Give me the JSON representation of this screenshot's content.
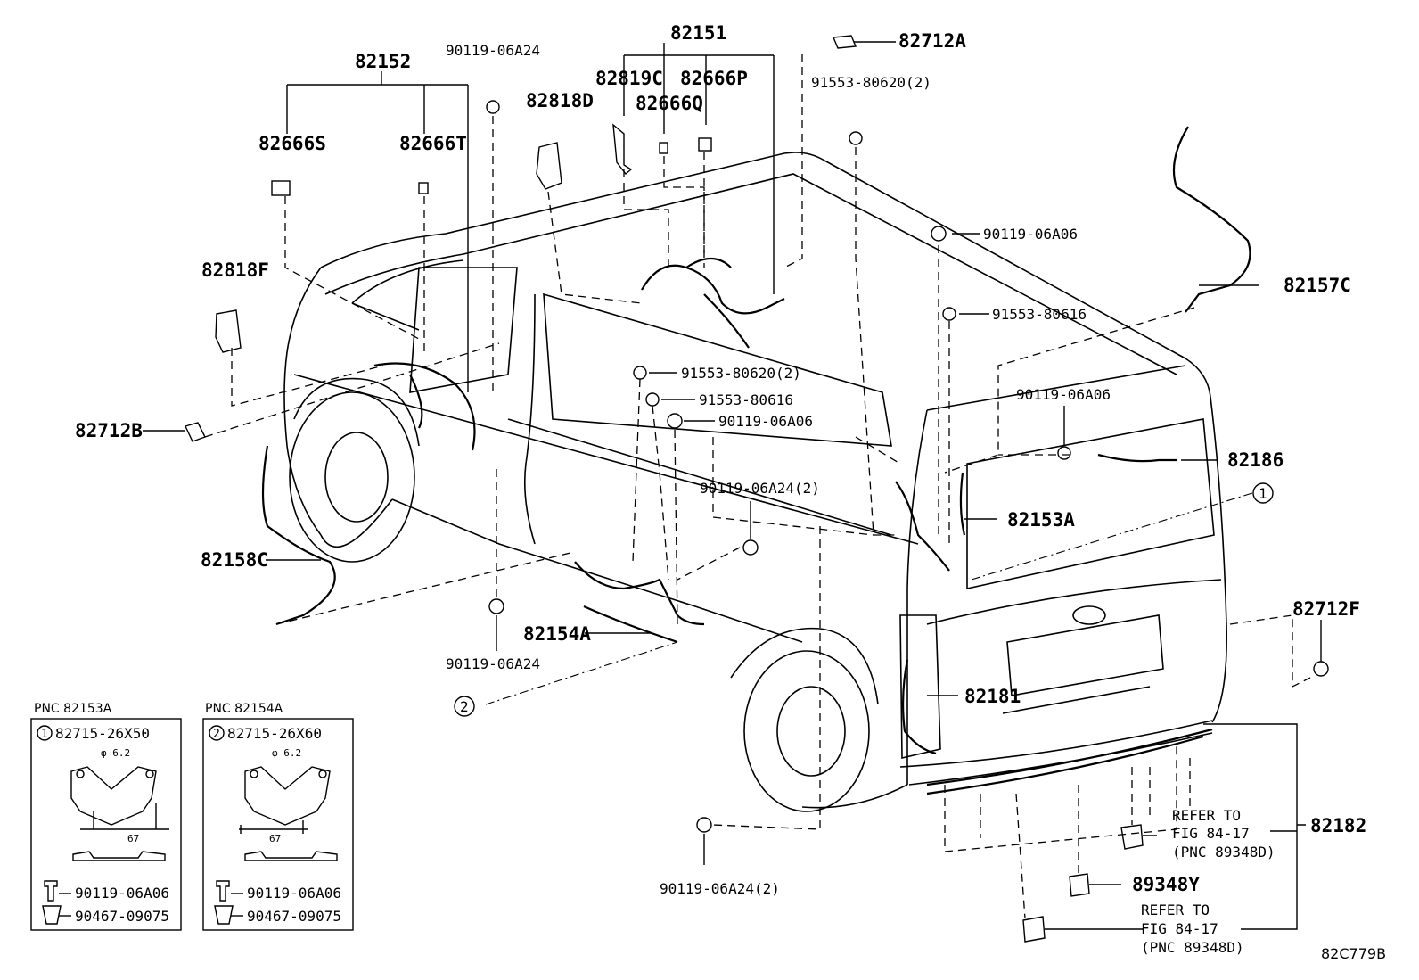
{
  "labels": {
    "p82151": "82151",
    "p82152": "82152",
    "p90119_06A24_top": "90119-06A24",
    "p82818D": "82818D",
    "p82819C": "82819C",
    "p82666P": "82666P",
    "p82666Q": "82666Q",
    "p82666S": "82666S",
    "p82666T": "82666T",
    "p82712A": "82712A",
    "p91553_80620_2_top": "91553-80620(2)",
    "p82818F": "82818F",
    "p90119_06A06_a": "90119-06A06",
    "p91553_80616_a": "91553-80616",
    "p82157C": "82157C",
    "p91553_80620_2_mid": "91553-80620(2)",
    "p91553_80616_b": "91553-80616",
    "p90119_06A06_b": "90119-06A06",
    "p90119_06A06_c": "90119-06A06",
    "p82712B": "82712B",
    "p82186": "82186",
    "p90119_06A24_2_mid": "90119-06A24(2)",
    "p82153A": "82153A",
    "p82158C": "82158C",
    "p82712F": "82712F",
    "p82154A": "82154A",
    "p90119_06A24_low": "90119-06A24",
    "p82181": "82181",
    "p82182": "82182",
    "p90119_06A24_2_low": "90119-06A24(2)",
    "p89348Y": "89348Y",
    "ref_top": [
      "REFER TO",
      "FIG 84-17",
      "(PNC 89348D)"
    ],
    "ref_bottom": [
      "REFER TO",
      "FIG 84-17",
      "(PNC 89348D)"
    ],
    "callout_1": "1",
    "callout_2": "2",
    "figure_code": "82C779B"
  },
  "inset_left": {
    "pnc": "PNC 82153A",
    "circle": "1",
    "part": "82715-26X50",
    "dia": "φ 6.2",
    "dim": "67",
    "bolt": "90119-06A06",
    "clip": "90467-09075"
  },
  "inset_right": {
    "pnc": "PNC 82154A",
    "circle": "2",
    "part": "82715-26X60",
    "dia": "φ 6.2",
    "dim": "67",
    "bolt": "90119-06A06",
    "clip": "90467-09075"
  }
}
